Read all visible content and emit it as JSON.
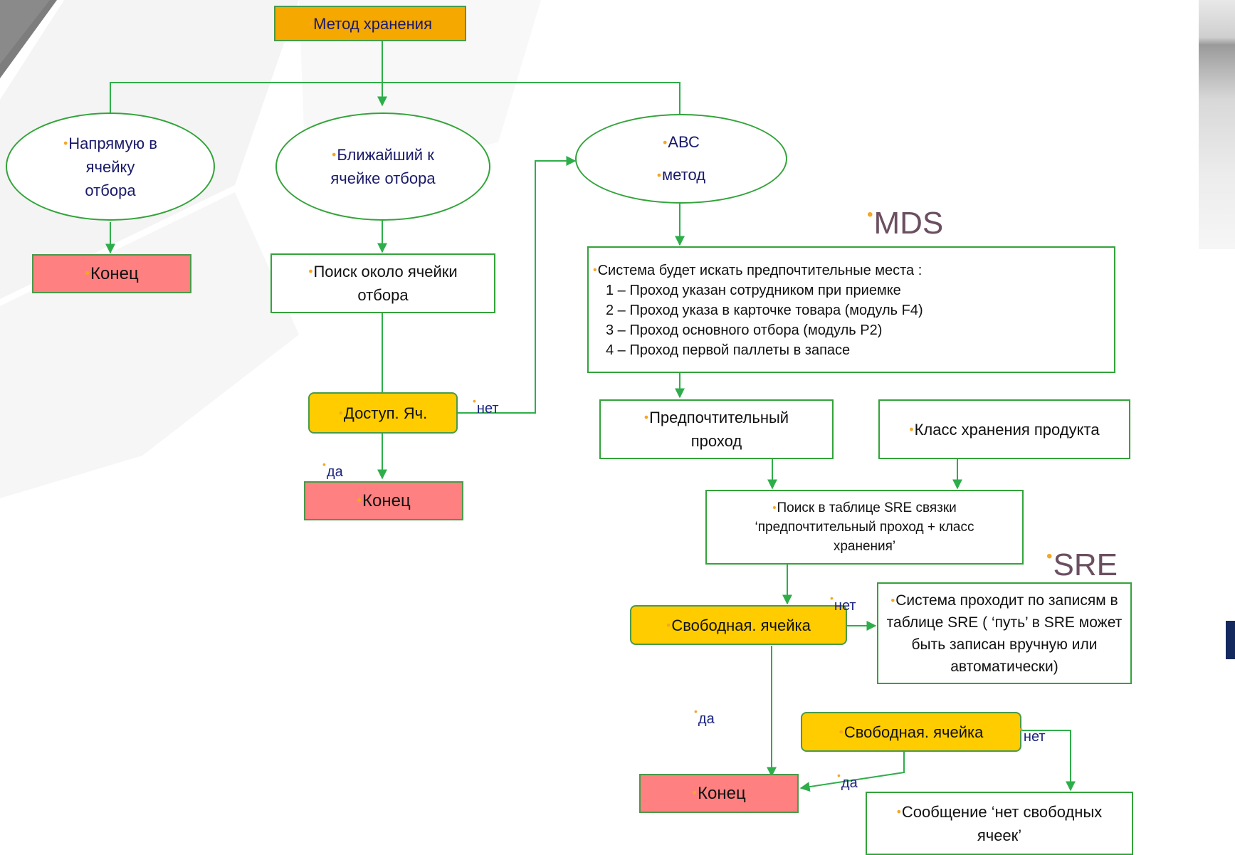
{
  "nodes": {
    "storage_method": "Метод хранения",
    "direct": "Напрямую в\nячейку\nотбора",
    "nearest": "Ближайший к\nячейке отбора",
    "abc_line1": "АВС",
    "abc_line2": "метод",
    "end_left": "Конец",
    "search_near": "Поиск около ячейки\nотбора",
    "system_search_title": "Система будет искать предпочтительные места :",
    "system_search_items": [
      "1 – Проход указан сотрудником при приемке",
      "2 – Проход указа в карточке товара (модуль F4)",
      "3 – Проход основного отбора (модуль P2)",
      "4 – Проход первой паллеты в запасе"
    ],
    "avail_cell": "Доступ. Яч.",
    "end_mid": "Конец",
    "pref_aisle": "Предпочтительный\nпроход",
    "storage_class": "Класс хранения продукта",
    "sre_lookup": "Поиск в таблице  SRE связки\n‘предпочтительный проход + класс\nхранения’",
    "free_cell_1": "Свободная. ячейка",
    "sre_walk": "Система проходит по записям в\nтаблице SRE ( ‘путь’ в  SRE может\nбыть записан вручную или\nавтоматически)",
    "free_cell_2": "Свободная. ячейка",
    "end_bottom": "Конец",
    "no_free_msg": "Сообщение ‘нет свободных\nячеек’"
  },
  "labels": {
    "no_1": "нет",
    "yes_1": "да",
    "no_2": "нет",
    "yes_2": "да",
    "no_3": "нет",
    "yes_3": "да",
    "mds": "MDS",
    "sre": "SRE"
  },
  "colors": {
    "connector": "#2eae4a",
    "bullet": "#f5a623",
    "end_fill": "#ff8080",
    "decision_fill": "#ffcc00",
    "top_fill": "#f5a800",
    "label_text": "#1a237e",
    "big_label": "#6b4f60"
  }
}
